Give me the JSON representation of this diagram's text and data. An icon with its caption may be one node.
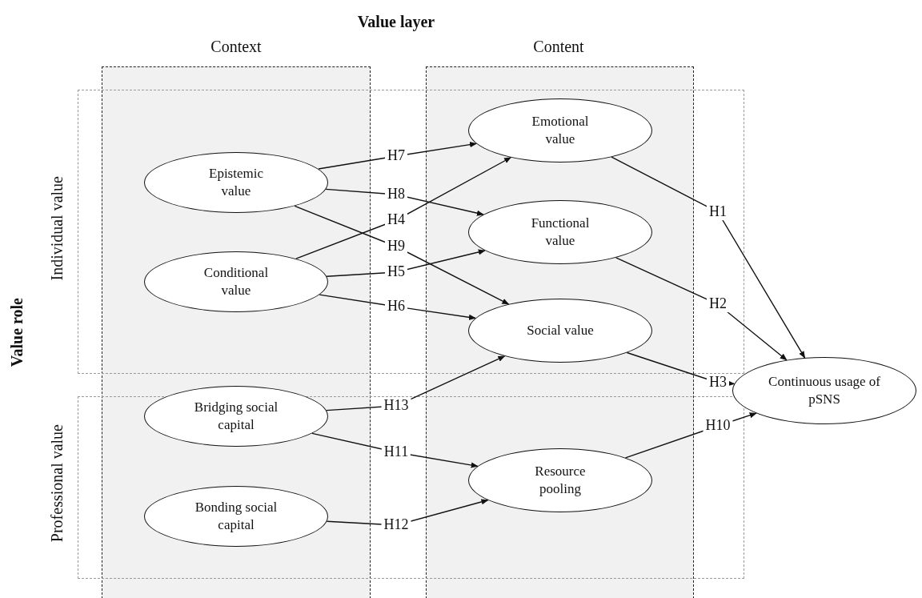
{
  "diagram": {
    "title": "Value layer",
    "nodes": [
      {
        "text": [
          "Epistemic value"
        ]
      },
      {
        "text": [
          "Conditional value"
        ]
      },
      {
        "text": [
          "Emotional value"
        ]
      },
      {
        "text": [
          "Functional value"
        ]
      },
      {
        "text": [
          "Social value"
        ]
      },
      {
        "text": [
          "Bridging social capital"
        ]
      },
      {
        "text": [
          "Bonding social capital"
        ]
      },
      {
        "text": [
          "Resource pooling"
        ]
      },
      {
        "text": [
          "Continuous usage of pSNS"
        ]
      }
    ],
    "edges": [
      {
        "from": 0,
        "to": 2,
        "arrow": "to",
        "label": "H7"
      },
      {
        "from": 0,
        "to": 3,
        "arrow": "to",
        "label": "H8"
      },
      {
        "from": 1,
        "to": 2,
        "arrow": "to",
        "label": "H4"
      },
      {
        "from": 0,
        "to": 4,
        "arrow": "to",
        "label": "H9"
      },
      {
        "from": 1,
        "to": 3,
        "arrow": "to",
        "label": "H5"
      },
      {
        "from": 1,
        "to": 4,
        "arrow": "to",
        "label": "H6"
      },
      {
        "from": 5,
        "to": 4,
        "arrow": "to",
        "label": "H13"
      },
      {
        "from": 5,
        "to": 7,
        "arrow": "to",
        "label": "H11"
      },
      {
        "from": 6,
        "to": 7,
        "arrow": "to",
        "label": "H12"
      },
      {
        "from": 2,
        "to": 8,
        "arrow": "to",
        "label": "H1"
      },
      {
        "from": 3,
        "to": 8,
        "arrow": "to",
        "label": "H2"
      },
      {
        "from": 4,
        "to": 8,
        "arrow": "to",
        "label": "H3"
      },
      {
        "from": 7,
        "to": 8,
        "arrow": "to",
        "label": "H10"
      }
    ],
    "labels": [
      "Context",
      "Content",
      "Individual value",
      "Value role",
      "Professional value"
    ]
  }
}
